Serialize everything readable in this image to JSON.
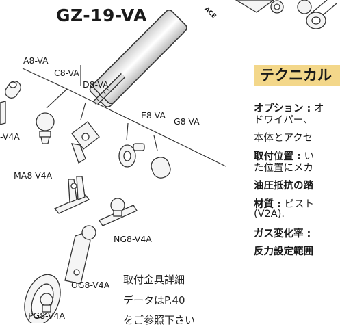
{
  "product": {
    "title": "GZ-19-VA",
    "brand_mark": "ACE"
  },
  "accessories": {
    "A8": "A8-VA",
    "C8": "C8-VA",
    "D8": "D8-VA",
    "E8": "E8-VA",
    "G8": "G8-VA",
    "V4A_cut": "-V4A",
    "MA8": "MA8-V4A",
    "NG8": "NG8-V4A",
    "OG8": "OG8-V4A",
    "PG8": "PG8-V4A"
  },
  "note": {
    "line1": "取付金具詳細",
    "line2": "データはP.40",
    "line3": "をご参照下さい"
  },
  "technical": {
    "heading": "テクニカル",
    "options_label": "オプション :",
    "options_text": " オ",
    "options_line2": "ドワイパー、",
    "line3": "本体とアクセ",
    "mount_label": "取付位置 :",
    "mount_text": " い",
    "mount_line2": "た位置にメカ",
    "oil_label": "油圧抵抗の踏",
    "material_label": "材質 :",
    "material_text": " ピスト",
    "material_line2": "(V2A).",
    "gas_label": "ガス変化率 :",
    "force_label": "反力設定範囲"
  }
}
